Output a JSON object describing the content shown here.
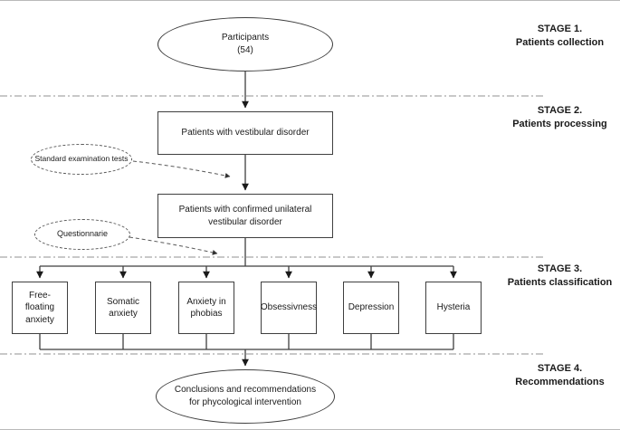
{
  "diagram": {
    "stage1": {
      "participants": {
        "label": "Participants",
        "count": "(54)"
      },
      "stage_label": {
        "title": "STAGE 1.",
        "subtitle": "Patients collection"
      }
    },
    "stage2": {
      "box_vestibular": "Patients with vestibular disorder",
      "annotation_exam": "Standard examination tests",
      "box_confirmed": "Patients with confirmed unilateral vestibular disorder",
      "annotation_questionnaire": "Questionnarie",
      "stage_label": {
        "title": "STAGE 2.",
        "subtitle": "Patients processing"
      }
    },
    "stage3": {
      "boxes": [
        "Free-floating anxiety",
        "Somatic anxiety",
        "Anxiety in phobias",
        "Obsessivness",
        "Depression",
        "Hysteria"
      ],
      "stage_label": {
        "title": "STAGE 3.",
        "subtitle": "Patients classification"
      }
    },
    "stage4": {
      "conclusion": "Conclusions and recommendations for phycological intervention",
      "stage_label": {
        "title": "STAGE 4.",
        "subtitle": "Recommendations"
      }
    }
  },
  "colors": {
    "shape_border": "#3f3f3f",
    "separator_line": "#a6a6a6",
    "annotation_line": "#595959",
    "text": "#1a1a1a"
  }
}
